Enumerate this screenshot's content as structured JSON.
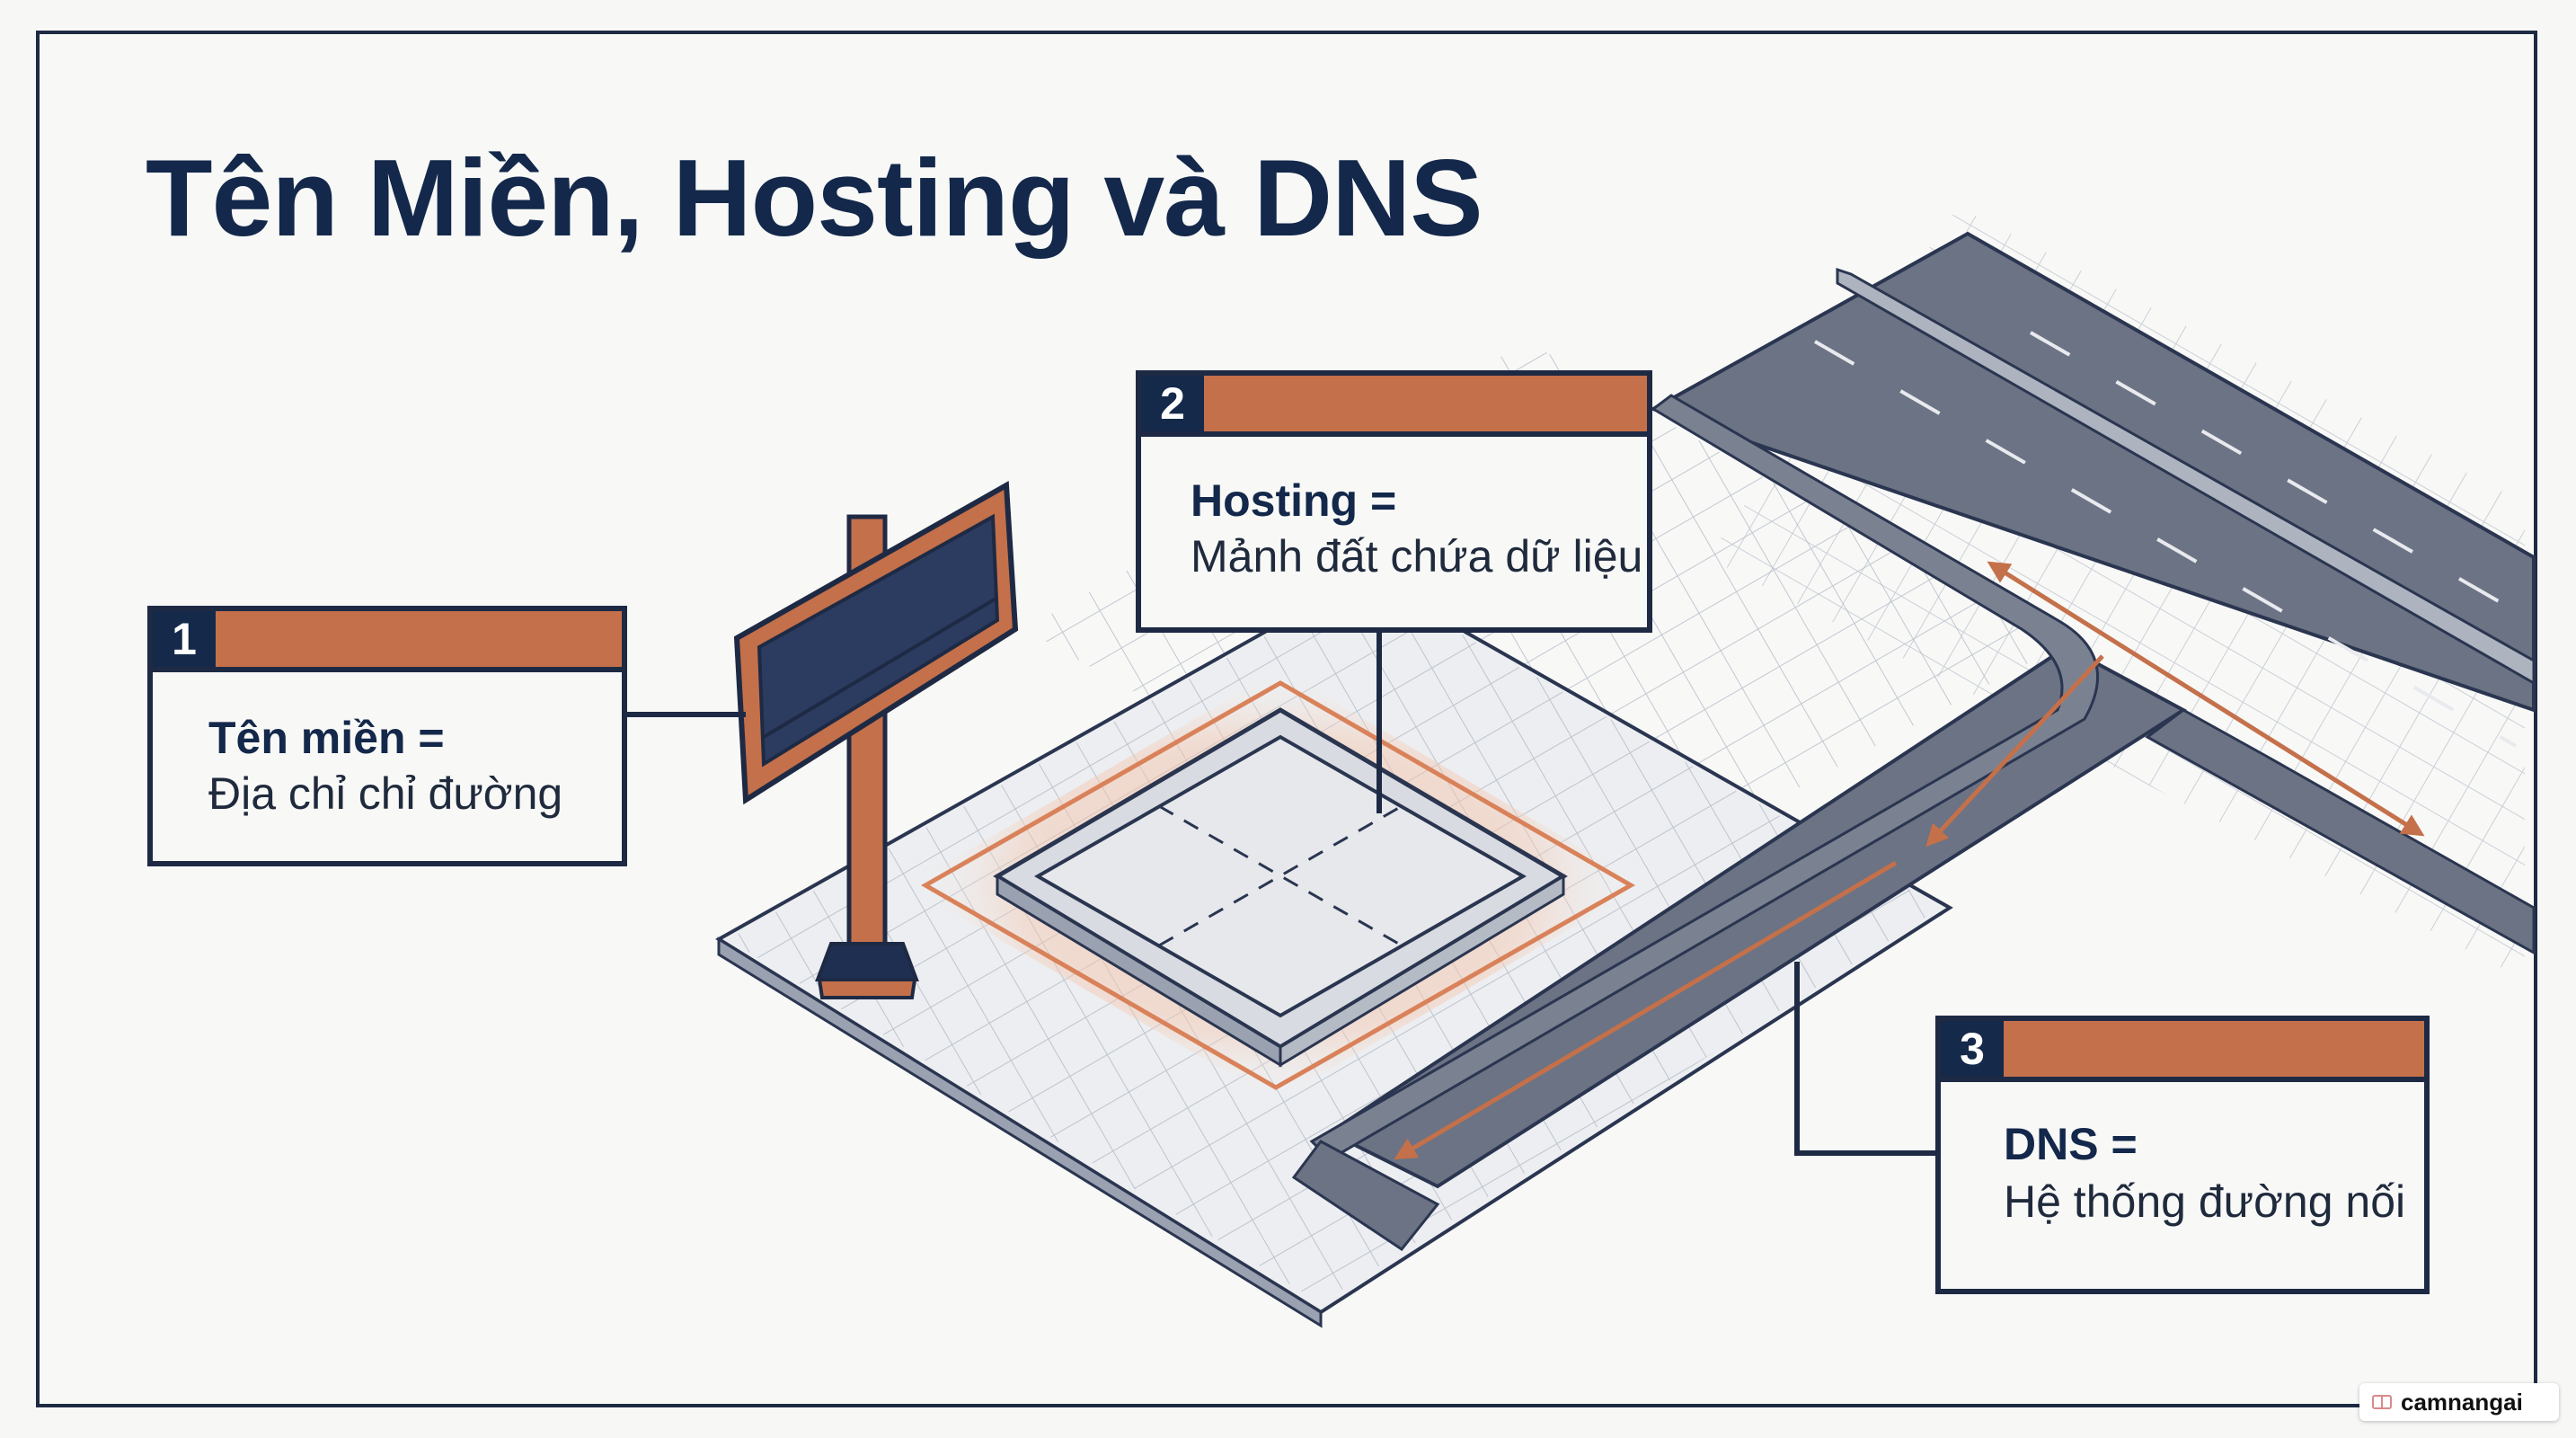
{
  "title": "Tên Miền, Hosting và DNS",
  "cards": [
    {
      "number": "1",
      "key": "Tên miền =",
      "value": "Địa chỉ chỉ đường"
    },
    {
      "number": "2",
      "key": "Hosting =",
      "value": "Mảnh đất chứa dữ liệu"
    },
    {
      "number": "3",
      "key": "DNS =",
      "value": "Hệ thống đường nối"
    }
  ],
  "watermark": "camnangai",
  "colors": {
    "navy": "#1e2a44",
    "accent": "#c4704a",
    "road": "#6b7384",
    "ground": "#e4e6ea"
  }
}
